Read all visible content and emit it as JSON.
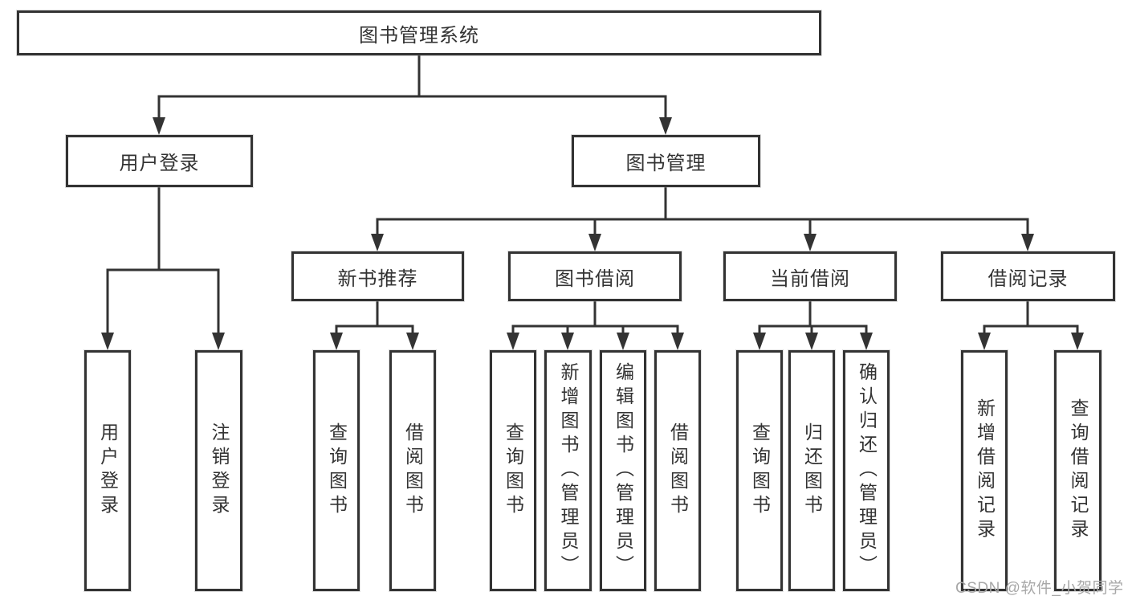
{
  "diagram_type": "hierarchy-tree",
  "tree": {
    "label": "图书管理系统",
    "children": [
      {
        "label": "用户登录",
        "children": [
          {
            "label": "用户登录"
          },
          {
            "label": "注销登录"
          }
        ]
      },
      {
        "label": "图书管理",
        "children": [
          {
            "label": "新书推荐",
            "children": [
              {
                "label": "查询图书"
              },
              {
                "label": "借阅图书"
              }
            ]
          },
          {
            "label": "图书借阅",
            "children": [
              {
                "label": "查询图书"
              },
              {
                "label": "新增图书（管理员）"
              },
              {
                "label": "编辑图书（管理员）"
              },
              {
                "label": "借阅图书"
              }
            ]
          },
          {
            "label": "当前借阅",
            "children": [
              {
                "label": "查询图书"
              },
              {
                "label": "归还图书"
              },
              {
                "label": "确认归还（管理员）"
              }
            ]
          },
          {
            "label": "借阅记录",
            "children": [
              {
                "label": "新增借阅记录"
              },
              {
                "label": "查询借阅记录"
              }
            ]
          }
        ]
      }
    ]
  },
  "watermark": {
    "text": "CSDN @软件_小贺同学"
  },
  "colors": {
    "line": "#333333",
    "box_border": "#333333",
    "text": "#333333",
    "background": "#ffffff",
    "watermark": "#a8a8a8"
  }
}
